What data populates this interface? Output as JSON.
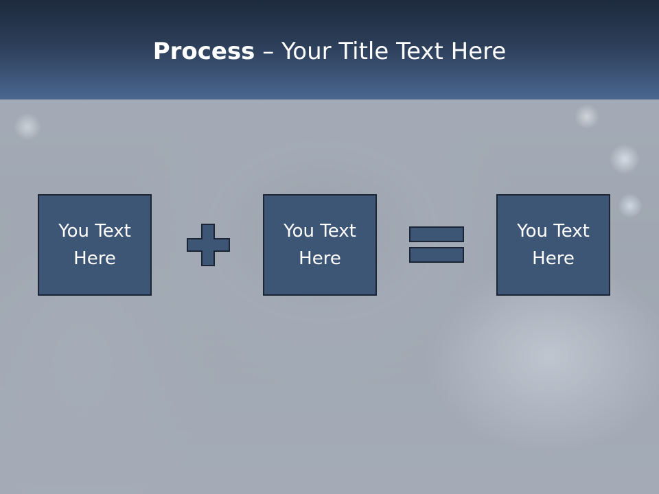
{
  "slide": {
    "title_bold": "Process",
    "title_rest": " – Your Title Text Here"
  },
  "process": {
    "boxes": [
      {
        "text": "You Text Here"
      },
      {
        "text": "You Text Here"
      },
      {
        "text": "You Text Here"
      }
    ],
    "operators": [
      "plus-icon",
      "equals-icon"
    ]
  },
  "colors": {
    "title_bar": "#2c3e58",
    "box_fill": "#3e5676",
    "box_border": "#1b2535",
    "text": "#ffffff"
  }
}
